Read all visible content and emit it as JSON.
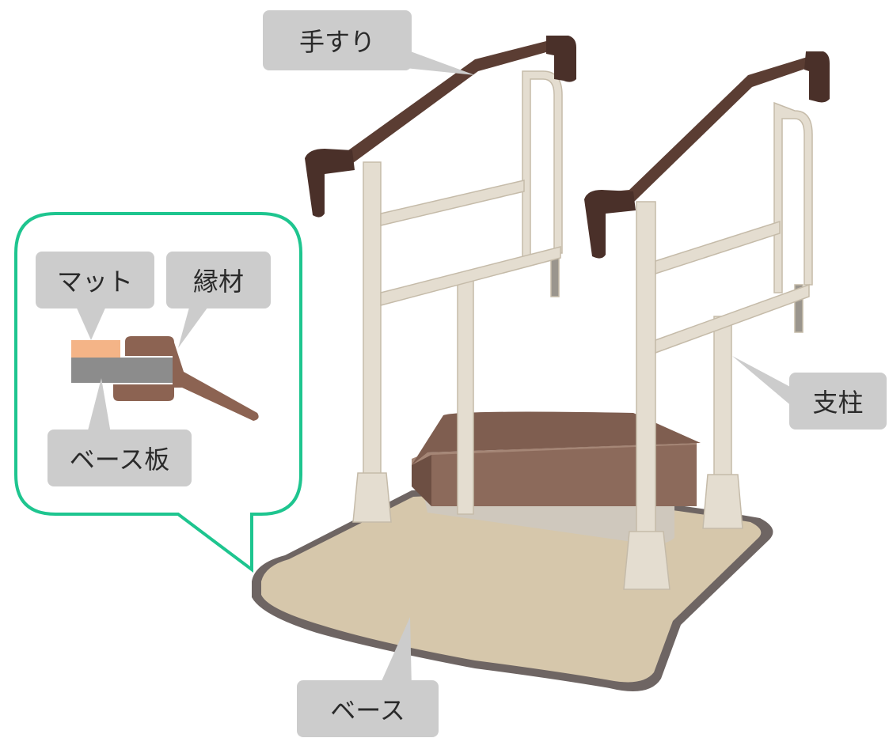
{
  "labels": {
    "handrail": "手すり",
    "post": "支柱",
    "base": "ベース",
    "mat": "マット",
    "edge_material": "縁材",
    "base_plate": "ベース板"
  },
  "colors": {
    "label_background": "#cccccc",
    "callout_border": "#1ec58f",
    "mat_layer": "#f4b487",
    "base_plate_layer": "#8c8c8c",
    "edge_material": "#8c6352",
    "handrail_grip": "#5b3d33",
    "frame": "#e4ddd0",
    "step": "#7a5a4c",
    "carpet": "#d6c7ab",
    "carpet_edge": "#6e6563"
  }
}
